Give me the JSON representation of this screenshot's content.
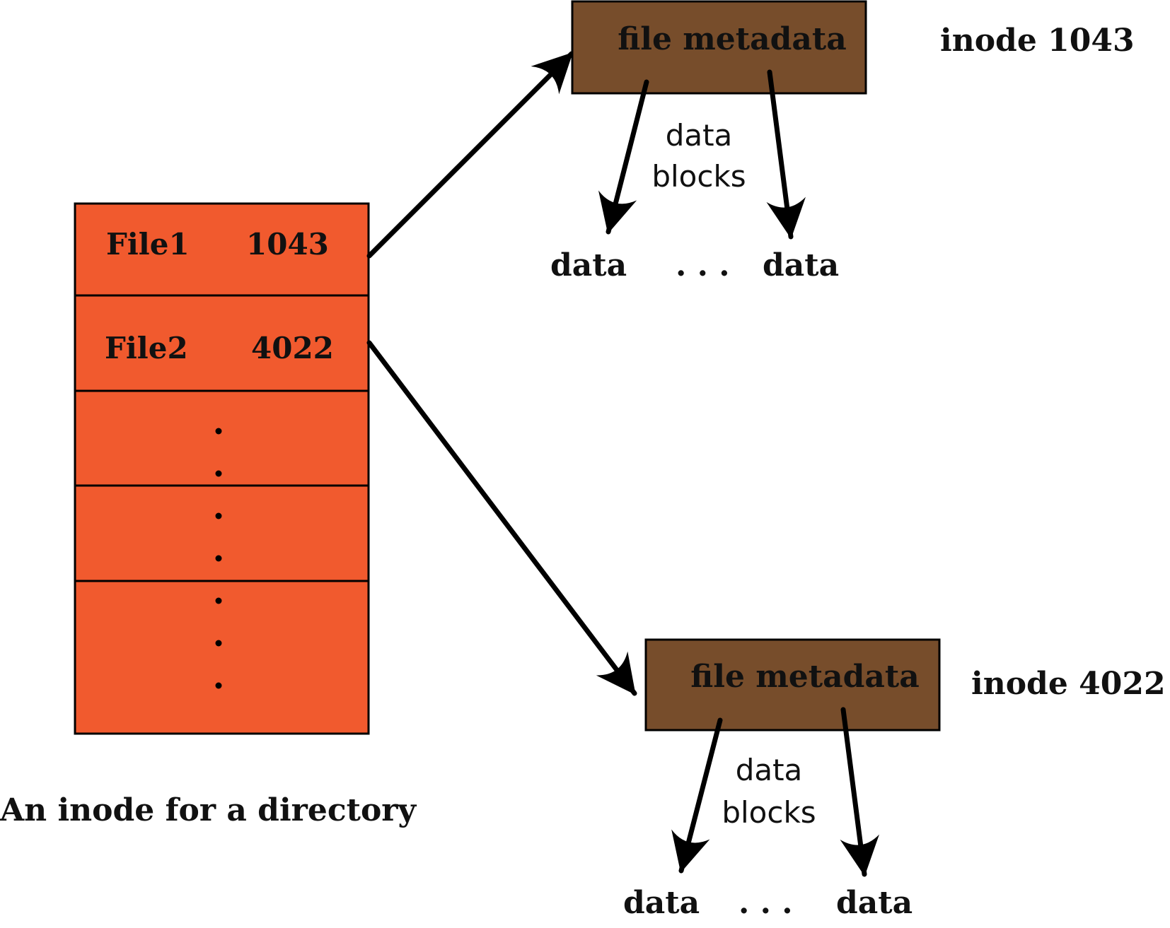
{
  "colors": {
    "directory_fill": "#f15a2e",
    "metadata_fill": "#774d2b",
    "stroke": "#000000"
  },
  "directory": {
    "caption": "An inode for a directory",
    "entries": [
      {
        "name": "File1",
        "inode": "1043"
      },
      {
        "name": "File2",
        "inode": "4022"
      }
    ]
  },
  "inodes": [
    {
      "label": "inode 1043",
      "box_label": "file metadata",
      "blocks_label_line1": "data",
      "blocks_label_line2": "blocks",
      "data_left": "data",
      "ellipsis": ". . .",
      "data_right": "data"
    },
    {
      "label": "inode 4022",
      "box_label": "file metadata",
      "blocks_label_line1": "data",
      "blocks_label_line2": "blocks",
      "data_left": "data",
      "ellipsis": ". . .",
      "data_right": "data"
    }
  ]
}
